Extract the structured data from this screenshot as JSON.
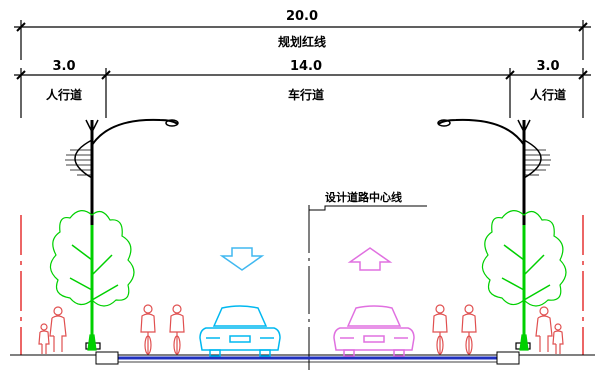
{
  "dimensions": {
    "total": "20.0",
    "total_label": "规划红线",
    "left_sidewalk": "3.0",
    "left_sidewalk_label": "人行道",
    "carriageway": "14.0",
    "carriageway_label": "车行道",
    "right_sidewalk": "3.0",
    "right_sidewalk_label": "人行道"
  },
  "annotations": {
    "centerline_label": "设计道路中心线"
  },
  "colors": {
    "red_line": "#e00000",
    "tree": "#00d000",
    "pole": "#000000",
    "cyclist": "#e05050",
    "car_left": "#00b8f0",
    "car_right": "#e070e0",
    "road": "#2030c0",
    "arrow_left": "#40b8f0",
    "arrow_right": "#e070e0"
  },
  "icons": {
    "arrow_left": "down-arrow-icon",
    "arrow_right": "up-arrow-icon"
  }
}
